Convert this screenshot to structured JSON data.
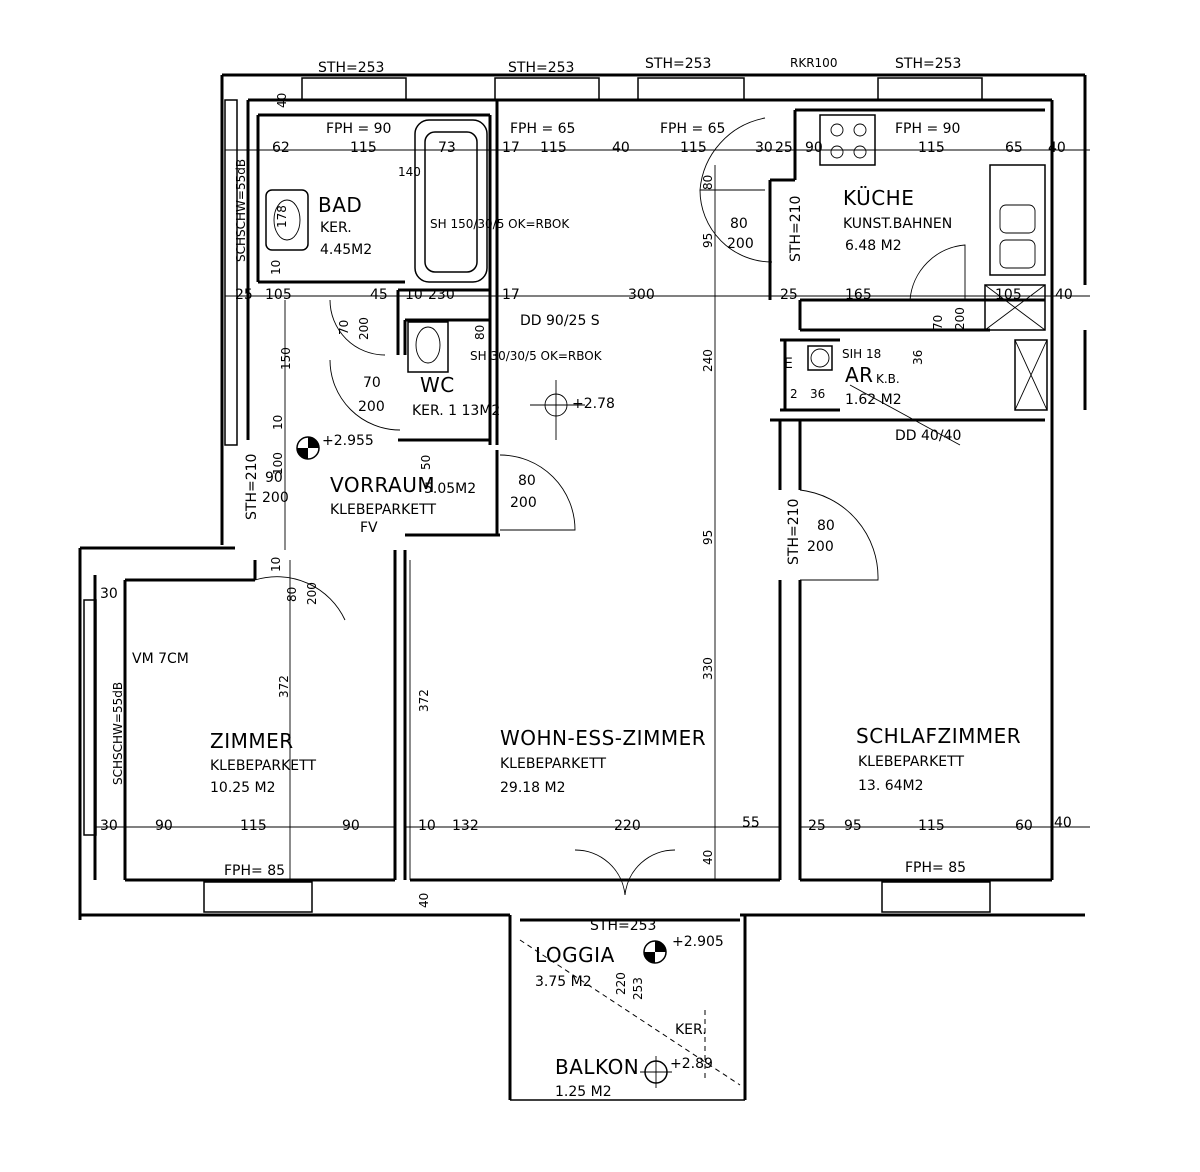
{
  "rooms": {
    "bad": {
      "name": "BAD",
      "floor": "KER.",
      "area": "4.45M2",
      "fixture": "SH 150/30/5 OK=RBOK"
    },
    "wc": {
      "name": "WC",
      "floor": "KER.",
      "area": "1 13M2",
      "fixture": "SH 30/30/5 OK=RBOK"
    },
    "kueche": {
      "name": "KÜCHE",
      "floor": "KUNST.BAHNEN",
      "area": "6.48 M2"
    },
    "ar": {
      "name": "AR",
      "floor": "K.B.",
      "area": "1.62 M2",
      "label_e": "E",
      "sih": "SIH 18"
    },
    "vorraum": {
      "name": "VORRAUM",
      "area": "5.05M2",
      "floor": "KLEBEPARKETT",
      "fv": "FV"
    },
    "zimmer": {
      "name": "ZIMMER",
      "floor": "KLEBEPARKETT",
      "area": "10.25 M2",
      "vm": "VM 7CM"
    },
    "wohn": {
      "name": "WOHN-ESS-ZIMMER",
      "floor": "KLEBEPARKETT",
      "area": "29.18 M2"
    },
    "schlaf": {
      "name": "SCHLAFZIMMER",
      "floor": "KLEBEPARKETT",
      "area": "13. 64M2"
    },
    "loggia": {
      "name": "LOGGIA",
      "area": "3.75 M2",
      "floor": "KER."
    },
    "balkon": {
      "name": "BALKON",
      "area": "1.25 M2"
    }
  },
  "levels": {
    "wohn": "+2.78",
    "vorraum": "+2.955",
    "loggia": "+2.905",
    "balkon": "+2.89"
  },
  "annotations": {
    "sth_top_1": "STH=253",
    "sth_top_2": "STH=253",
    "sth_top_3": "STH=253",
    "sth_top_4": "STH=253",
    "rkr": "RKR100",
    "sth_loggia": "STH=253",
    "sth_kueche": "STH=210",
    "sth_vorraum": "STH=210",
    "sth_schlaf": "STH=210",
    "fph_bad": "FPH = 90",
    "fph_wohn_1": "FPH = 65",
    "fph_wohn_2": "FPH = 65",
    "fph_kueche": "FPH = 90",
    "fph_zimmer": "FPH= 85",
    "fph_schlaf": "FPH= 85",
    "dd_wc": "DD 90/25 S",
    "dd_ar": "DD 40/40",
    "schacht_1": "SCHSCHW=55dB",
    "schacht_2": "SCHSCHW=55dB"
  },
  "dimensions": {
    "d62": "62",
    "d115a": "115",
    "d73": "73",
    "d17a": "17",
    "d115b": "115",
    "d40a": "40",
    "d115c": "115",
    "d30a": "30",
    "d25a": "25",
    "d90a": "90",
    "d115d": "115",
    "d65": "65",
    "d40b": "40",
    "d140": "140",
    "d178": "178",
    "d10a": "10",
    "d25b": "25",
    "d105a": "105",
    "d45": "45",
    "d10b": "10",
    "d230": "230",
    "d17b": "17",
    "d300": "300",
    "d25c": "25",
    "d165": "165",
    "d105b": "105",
    "d40c": "40",
    "d80a": "80",
    "d95a": "95",
    "d80b": "80",
    "d200a": "200",
    "d70a": "70",
    "d200b": "200",
    "d150": "150",
    "d70b": "70",
    "d200c": "200",
    "d80c": "80",
    "d240": "240",
    "d70c": "70",
    "d200d": "200",
    "d36a": "36",
    "d36b": "36",
    "d2": "2",
    "d10c": "10",
    "d100": "100",
    "d90b": "90",
    "d200e": "200",
    "d50": "50",
    "d80d": "80",
    "d200f": "200",
    "d95b": "95",
    "d80e": "80",
    "d200g": "200",
    "d80f": "80",
    "d200h": "200",
    "d10d": "10",
    "d330": "330",
    "d372a": "372",
    "d372b": "372",
    "d30b": "30",
    "d90c": "90",
    "d115e": "115",
    "d90d": "90",
    "d10e": "10",
    "d132": "132",
    "d220": "220",
    "d55": "55",
    "d25d": "25",
    "d95c": "95",
    "d115f": "115",
    "d60": "60",
    "d40d": "40",
    "d30c": "30",
    "d40e": "40",
    "d40f": "40",
    "d220b": "220",
    "d253": "253",
    "d40g": "40"
  }
}
